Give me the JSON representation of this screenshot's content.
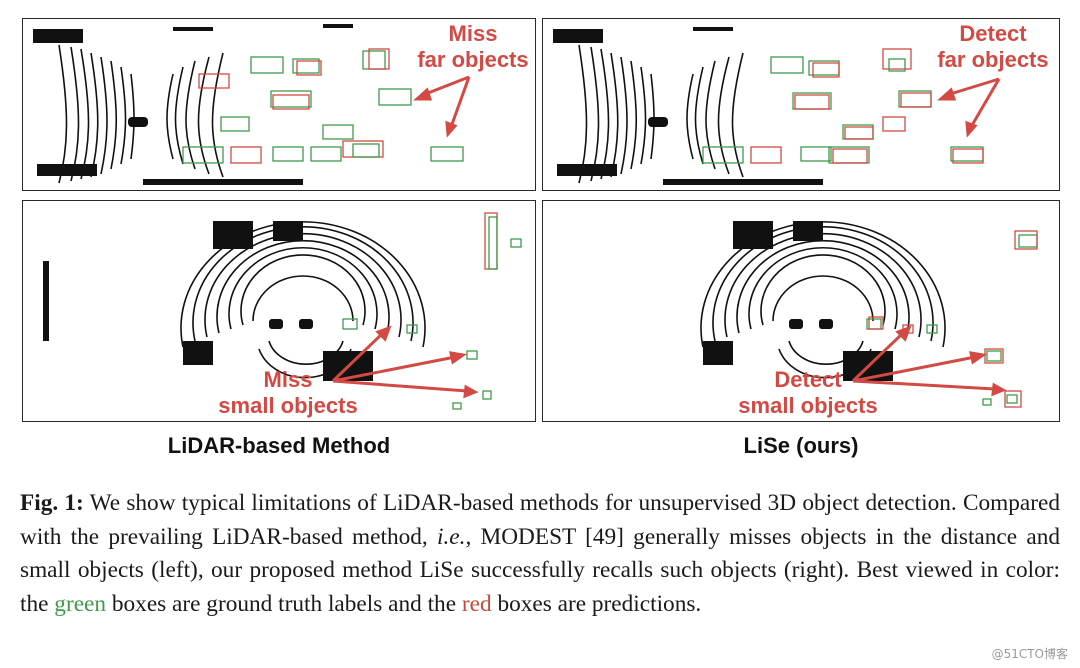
{
  "panels": {
    "top_left": {
      "annotation": [
        "Miss",
        "far objects"
      ]
    },
    "top_right": {
      "annotation": [
        "Detect",
        "far objects"
      ]
    },
    "bottom_left": {
      "annotation": [
        "Miss",
        "small objects"
      ]
    },
    "bottom_right": {
      "annotation": [
        "Detect",
        "small objects"
      ]
    }
  },
  "column_labels": {
    "left": "LiDAR-based Method",
    "right": "LiSe (ours)"
  },
  "caption": {
    "fig_label": "Fig. 1:",
    "part1": " We show typical limitations of LiDAR-based methods for unsupervised 3D object detection. Compared with the prevailing LiDAR-based method, ",
    "ie": "i.e.",
    "part2": ", MODEST [49] generally misses objects in the distance and small objects (left), our proposed method LiSe successfully recalls such objects (right). Best viewed in color: the ",
    "green_word": "green",
    "part3": " boxes are ground truth labels and the ",
    "red_word": "red",
    "part4": " boxes are predictions."
  },
  "watermark": "@51CTO博客",
  "colors": {
    "ground_truth": "#3f9b4a",
    "prediction": "#d24a43",
    "annotation": "#d24a43"
  }
}
